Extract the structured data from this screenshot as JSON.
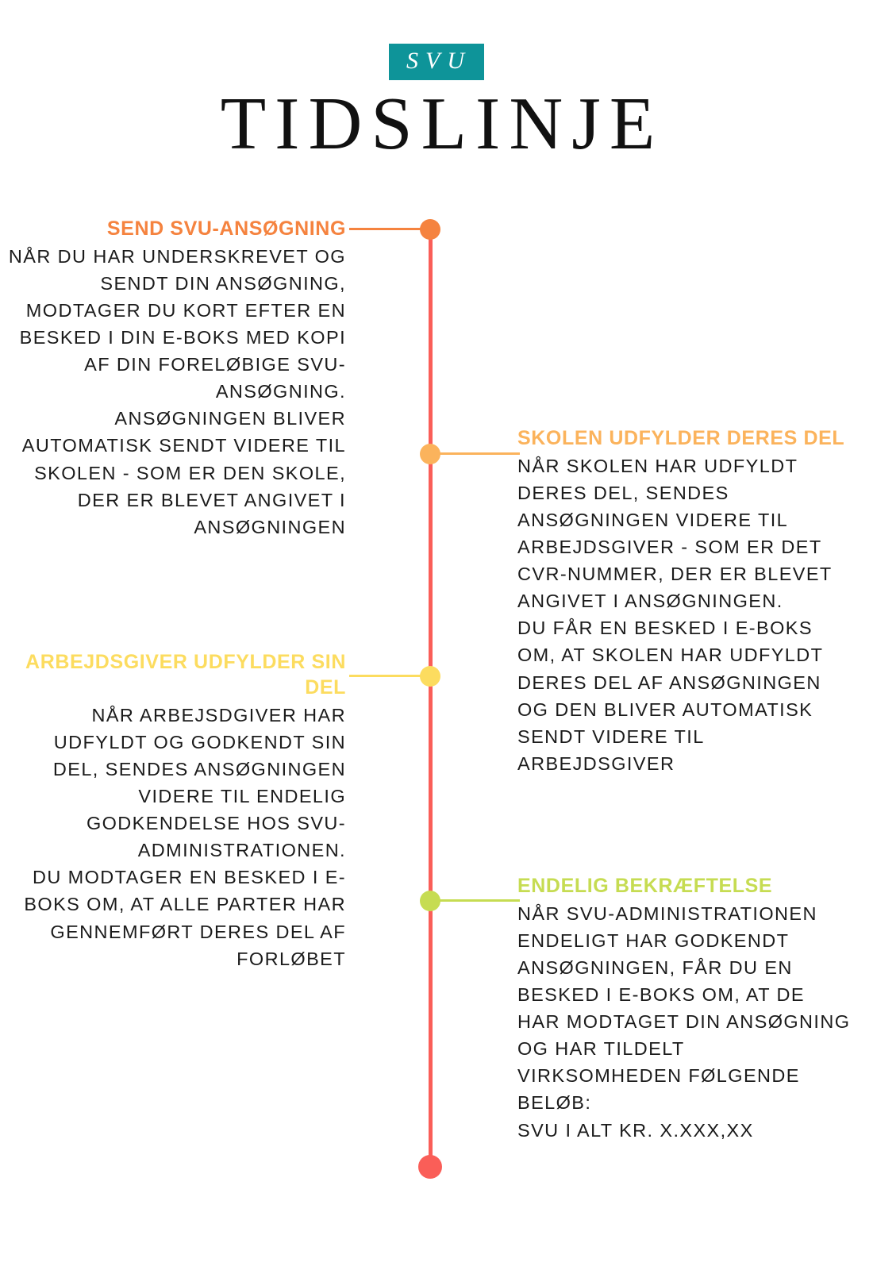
{
  "header": {
    "badge": "SVU",
    "title": "TIDSLINJE",
    "badge_color": "#0e9499",
    "title_color": "#111111"
  },
  "timeline": {
    "spine_color": "#fa5e58",
    "end_dot_color": "#fa5e58",
    "steps": [
      {
        "id": "send-svu-ansoegning",
        "side": "left",
        "color": "#f5833f",
        "heading": "SEND SVU-ANSØGNING",
        "body": "NÅR DU HAR UNDERSKREVET OG SENDT DIN ANSØGNING, MODTAGER DU KORT EFTER EN BESKED I DIN E-BOKS MED KOPI AF DIN FORELØBIGE SVU-ANSØGNING.\nANSØGNINGEN BLIVER AUTOMATISK SENDT VIDERE TIL SKOLEN - SOM ER DEN SKOLE, DER ER BLEVET ANGIVET I ANSØGNINGEN"
      },
      {
        "id": "skolen-udfylder-deres-del",
        "side": "right",
        "color": "#fbb35c",
        "heading": "SKOLEN UDFYLDER DERES DEL",
        "body": "NÅR SKOLEN HAR UDFYLDT DERES DEL, SENDES ANSØGNINGEN VIDERE TIL ARBEJDSGIVER - SOM ER DET CVR-NUMMER, DER ER BLEVET ANGIVET I ANSØGNINGEN.\nDU FÅR EN BESKED I E-BOKS OM, AT SKOLEN HAR UDFYLDT DERES DEL AF ANSØGNINGEN OG DEN BLIVER AUTOMATISK SENDT VIDERE TIL ARBEJDSGIVER"
      },
      {
        "id": "arbejdsgiver-udfylder-sin-del",
        "side": "left",
        "color": "#fcdc5f",
        "heading": "ARBEJDSGIVER UDFYLDER SIN DEL",
        "body": "NÅR ARBEJSDGIVER HAR UDFYLDT OG GODKENDT SIN DEL, SENDES ANSØGNINGEN VIDERE TIL ENDELIG GODKENDELSE HOS SVU-ADMINISTRATIONEN.\nDU MODTAGER EN BESKED I E-BOKS OM, AT ALLE PARTER HAR GENNEMFØRT DERES DEL AF FORLØBET"
      },
      {
        "id": "endelig-bekraeftelse",
        "side": "right",
        "color": "#c6dc52",
        "heading": "ENDELIG BEKRÆFTELSE",
        "body": "NÅR SVU-ADMINISTRATIONEN ENDELIGT HAR GODKENDT ANSØGNINGEN, FÅR DU EN BESKED I E-BOKS OM, AT DE HAR MODTAGET DIN ANSØGNING OG HAR TILDELT VIRKSOMHEDEN FØLGENDE BELØB:\nSVU I ALT KR. X.XXX,XX"
      }
    ]
  }
}
